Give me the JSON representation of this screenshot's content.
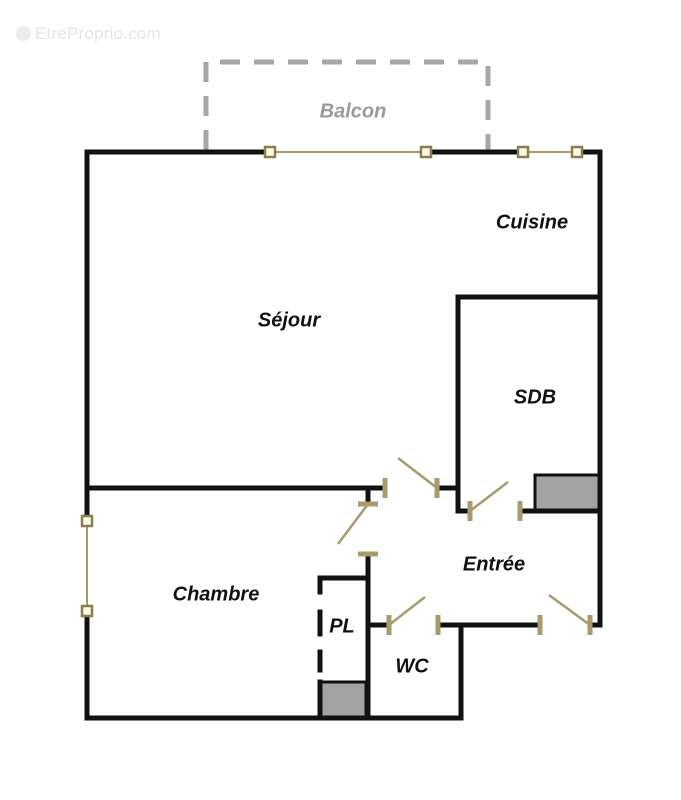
{
  "watermark": {
    "icon": "copyright-icon",
    "text": "EtreProprio.com"
  },
  "plan": {
    "colors": {
      "wall": "#111111",
      "opening": "#a89a6c",
      "balcony_outline": "#a6a6a6",
      "fixture_fill": "#a3a3a3",
      "background": "#ffffff"
    },
    "rooms": [
      {
        "id": "balcon",
        "label": "Balcon"
      },
      {
        "id": "cuisine",
        "label": "Cuisine"
      },
      {
        "id": "sejour",
        "label": "Séjour"
      },
      {
        "id": "sdb",
        "label": "SDB"
      },
      {
        "id": "entree",
        "label": "Entrée"
      },
      {
        "id": "chambre",
        "label": "Chambre"
      },
      {
        "id": "pl",
        "label": "PL"
      },
      {
        "id": "wc",
        "label": "WC"
      }
    ]
  }
}
